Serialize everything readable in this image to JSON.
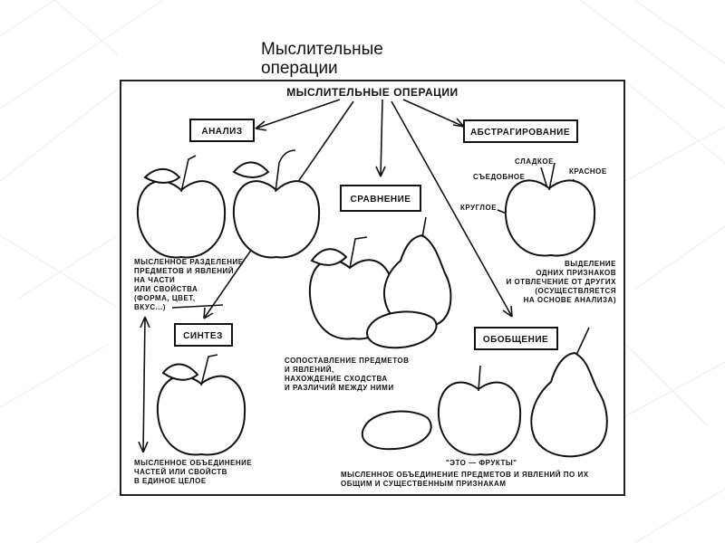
{
  "slide": {
    "title": "Мыслительные\nоперации"
  },
  "diagram": {
    "root": "МЫСЛИТЕЛЬНЫЕ  ОПЕРАЦИИ",
    "nodes": {
      "analysis": "АНАЛИЗ",
      "comparison": "СРАВНЕНИЕ",
      "abstraction": "АБСТРАГИРОВАНИЕ",
      "synthesis": "СИНТЕЗ",
      "generalization": "ОБОБЩЕНИЕ"
    },
    "captions": {
      "analysis": [
        "МЫСЛЕННОЕ РАЗДЕЛЕНИЕ",
        "ПРЕДМЕТОВ И ЯВЛЕНИЙ",
        "НА ЧАСТИ",
        "ИЛИ СВОЙСТВА",
        "(ФОРМА, ЦВЕТ,",
        "ВКУС...)"
      ],
      "comparison": [
        "СОПОСТАВЛЕНИЕ ПРЕДМЕТОВ",
        "И ЯВЛЕНИЙ,",
        "НАХОЖДЕНИЕ СХОДСТВА",
        "И РАЗЛИЧИЙ МЕЖДУ НИМИ"
      ],
      "abstraction": [
        "ВЫДЕЛЕНИЕ",
        "ОДНИХ ПРИЗНАКОВ",
        "И ОТВЛЕЧЕНИЕ ОТ ДРУГИХ",
        "(ОСУЩЕСТВЛЯЕТСЯ",
        "НА ОСНОВЕ АНАЛИЗА)"
      ],
      "synthesis": [
        "МЫСЛЕННОЕ ОБЪЕДИНЕНИЕ",
        "ЧАСТЕЙ ИЛИ СВОЙСТВ",
        "В ЕДИНОЕ ЦЕЛОЕ"
      ],
      "generalization": [
        "МЫСЛЕННОЕ ОБЪЕДИНЕНИЕ ПРЕДМЕТОВ И ЯВЛЕНИЙ ПО ИХ",
        "ОБЩИМ И СУЩЕСТВЕННЫМ ПРИЗНАКАМ"
      ],
      "fruits_label": "\"ЭТО — ФРУКТЫ\""
    },
    "attributes": {
      "sweet": "СЛАДКОЕ",
      "edible": "СЪЕДОБНОЕ",
      "red": "КРАСНОЕ",
      "round": "КРУГЛОЕ"
    }
  }
}
